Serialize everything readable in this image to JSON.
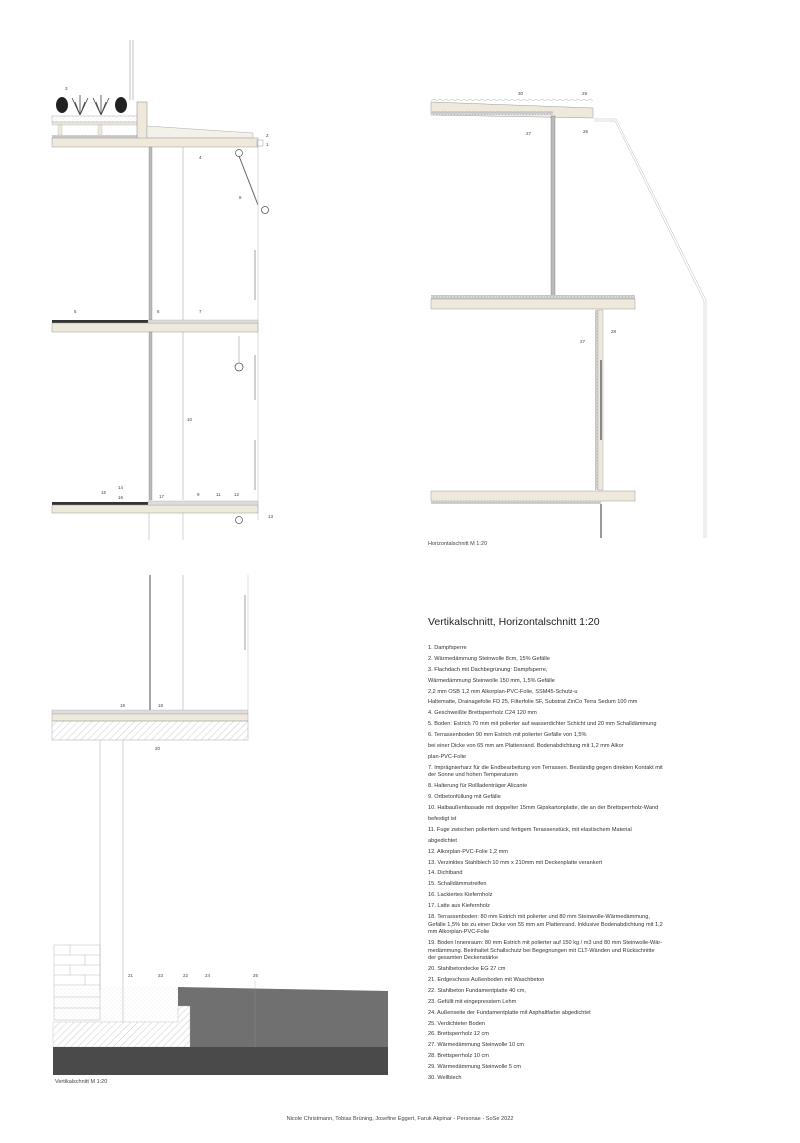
{
  "title": "Vertikalschnitt, Horizontalschnitt 1:20",
  "captions": {
    "horizontal": "Horizontalschnitt  M 1:20",
    "vertical": "Vertikalschnitt  M 1:20"
  },
  "callouts": {
    "top_vertical": [
      "3",
      "2",
      "1",
      "4",
      "8",
      "5",
      "6",
      "7",
      "10",
      "14",
      "16",
      "15",
      "17",
      "9",
      "11",
      "12",
      "13"
    ],
    "horizontal": [
      "30",
      "29",
      "27",
      "26",
      "27",
      "28"
    ],
    "bottom_vertical": [
      "19",
      "18",
      "20",
      "21",
      "23",
      "22",
      "24",
      "25"
    ]
  },
  "legend": [
    [
      "1. Dampfsperre"
    ],
    [
      "2. Wärmedämmung Steinwolle 8cm, 15% Gefälle"
    ],
    [
      "3. Flachdach mit Dachbegrünung: Dampfsperre,"
    ],
    [
      "Wärmedämmung Steinwolle 150 mm, 1,5% Gefälle"
    ],
    [
      "2,2 mm OSB 1,2 mm Alkorplan-PVC-Folie, SSM45-Schutz-u"
    ],
    [
      "Haltematte, Drainagefolie FD 25, Filterfolie SF, Substrat ZinCo Terra Sedum 100 mm"
    ],
    [
      "4. Geschweißte Brettsperrholz C24 120 mm"
    ],
    [
      "5. Boden: Estrich 70 mm mit polierter auf wasserdichter Schicht und 20 mm Schalldämmung"
    ],
    [
      "6. Terrassenboden 90 mm Estrich mit polierter Gefälle von 1,5%"
    ],
    [
      "bei einer Dicke von 65 mm am Plattenrand. Bodenabdichtung mit 1,2 mm Alkor"
    ],
    [
      "plan-PVC-Folie"
    ],
    [
      "7. Imprägnierharz für die Endbearbeitung von Terrassen. Beständig gegen direkten Kontakt mit",
      "der Sonne und hohen Temperaturen"
    ],
    [
      "8. Halterung für Rollladenträger Alicante"
    ],
    [
      "9. Ortbetonfüllung mit Gefälle"
    ],
    [
      "10. Halbaußenfassade mit doppelter 15mm Gipskartonplatte, die an der Brettsperrholz-Wand"
    ],
    [
      "befestigt ist"
    ],
    [
      "11. Fuge zwischen poliertem und fertigem Terassenstück, mit elastischem Material"
    ],
    [
      "abgedichtet"
    ],
    [
      "12. Alkorplan-PVC-Folie 1,2 mm"
    ],
    [
      "13. Verzinktes Stahlblech 10 mm x 210mm mit Deckenplatte verankert"
    ],
    [
      "14. Dichtband"
    ],
    [
      "15. Schalldämmstreifen"
    ],
    [
      "16. Lackiertes Kiefernholz"
    ],
    [
      "17. Latte aus Kiefernholz"
    ],
    [
      "18. Terrassenboden: 80 mm Estrich mit polierter und 80 mm Steinwolle-Wärmedämmung,",
      "Gefälle 1,5% bis zu einer Dicke von 55 mm am Plattenrand. Inklusive Bodenabdichtung mit 1,2",
      "mm Alkorplan-PVC-Folie"
    ],
    [
      "19. Boden Innenraum: 80 mm Estrich mit polierter auf 150 kg / m3 und 80 mm Steinwolle-Wär-",
      "medämmung. Beinhaltet Schallschutz bei Begegnungen mit CLT-Wänden und Rückschnitte",
      "der gesamten Deckenstärke"
    ],
    [
      "20. Stahlbetondecke EG 27 cm"
    ],
    [
      "21. Erdgeschoss Außenboden mit Waschbeton"
    ],
    [
      "22. Stahlbeton Fundamentplatte 40 cm,"
    ],
    [
      "23. Gefüllt mit eingepresstem Lehm"
    ],
    [
      "24. Außenseite der Fundamentplatte mit Asphaltfarbe abgedichtet"
    ],
    [
      "25. Verdichteter Boden"
    ],
    [
      "26. Brettsperrholz 12 cm"
    ],
    [
      "27. Wärmedämmung Steinwolle 10 cm"
    ],
    [
      "28. Brettsperrholz 10 cm"
    ],
    [
      "29. Wärmedämmung Steinwolle 5 cm"
    ],
    [
      "30. Wellblech"
    ]
  ],
  "footer": "Nicole Christmann, Tobias Brüning, Josefine Eggert, Faruk Akpinar - Personae - SoSe 2022",
  "colors": {
    "timber": "#efe9dc",
    "insulation": "#bdbdbd",
    "ground": "#707070",
    "ground_dark": "#4a4a4a",
    "line": "#777777"
  }
}
